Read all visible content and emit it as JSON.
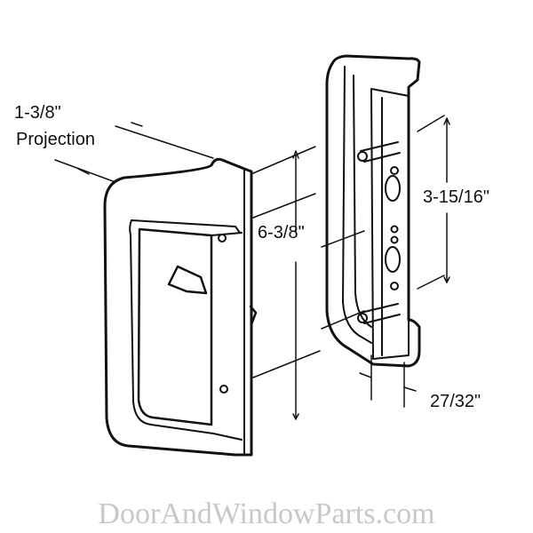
{
  "dimensions": {
    "projection_value": "1-3/8\"",
    "projection_label": "Projection",
    "overall_height": "6-3/8\"",
    "hole_spacing": "3-15/16\"",
    "thickness": "27/32\""
  },
  "watermark": "DoorAndWindowParts.com"
}
